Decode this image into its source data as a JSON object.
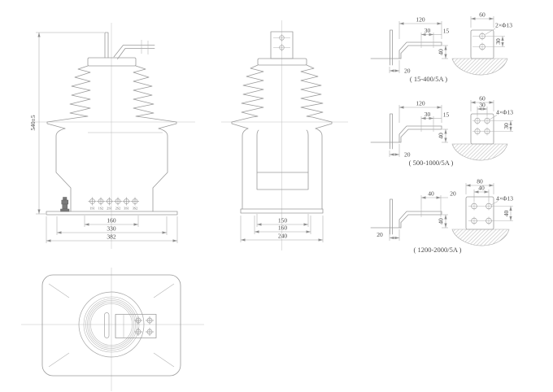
{
  "drawing": {
    "front_view": {
      "height_dim": "540±5",
      "terminal_labels": [
        "1S1",
        "1S2",
        "2S1",
        "2S2",
        "3S1",
        "3S2"
      ],
      "width_dims": {
        "inner": "160",
        "middle": "330",
        "outer": "382"
      }
    },
    "side_view": {
      "width_dims": {
        "inner": "150",
        "middle": "160",
        "outer": "240"
      }
    },
    "mounting_details": [
      {
        "range_label": "( 15-400/5A )",
        "arm_length": "120",
        "hole_pitch": "30",
        "end_offset": "15",
        "drop_height": "40",
        "stem_offset": "20",
        "plate_width": "60",
        "hole_note": "2×Φ13",
        "row_pitch": "30"
      },
      {
        "range_label": "( 500-1000/5A )",
        "arm_length": "120",
        "hole_pitch": "30",
        "end_offset": "15",
        "drop_height": "40",
        "stem_offset": "20",
        "plate_width": "60",
        "column_pitch": "30",
        "hole_note": "4×Φ13",
        "row_pitch": "30"
      },
      {
        "range_label": "( 1200-2000/5A )",
        "hole_pitch": "40",
        "end_offset": "20",
        "drop_height": "40",
        "stem_offset": "20",
        "plate_width": "80",
        "column_pitch": "40",
        "hole_note": "4×Φ13",
        "row_pitch": "40"
      }
    ]
  }
}
